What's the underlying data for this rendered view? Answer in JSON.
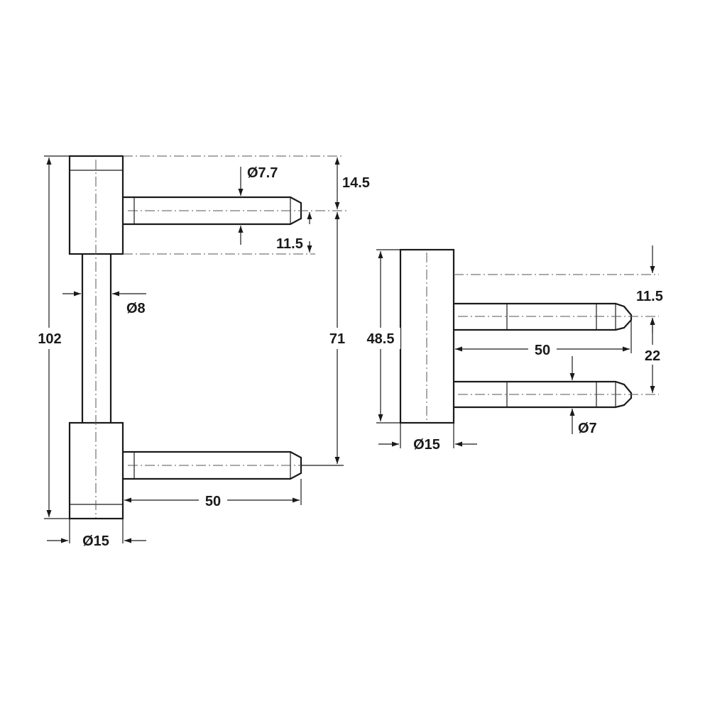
{
  "left_view": {
    "dim_total_height": "102",
    "dim_pin_diameter": "Ø7.7",
    "dim_top_offset": "14.5",
    "dim_pin_offset": "11.5",
    "dim_shaft_diameter": "Ø8",
    "dim_pin_spacing": "71",
    "dim_pin_length": "50",
    "dim_body_diameter": "Ø15"
  },
  "right_view": {
    "dim_body_height": "48.5",
    "dim_top_offset": "11.5",
    "dim_pin_length": "50",
    "dim_pin_spacing": "22",
    "dim_pin_diameter": "Ø7",
    "dim_body_diameter": "Ø15"
  }
}
